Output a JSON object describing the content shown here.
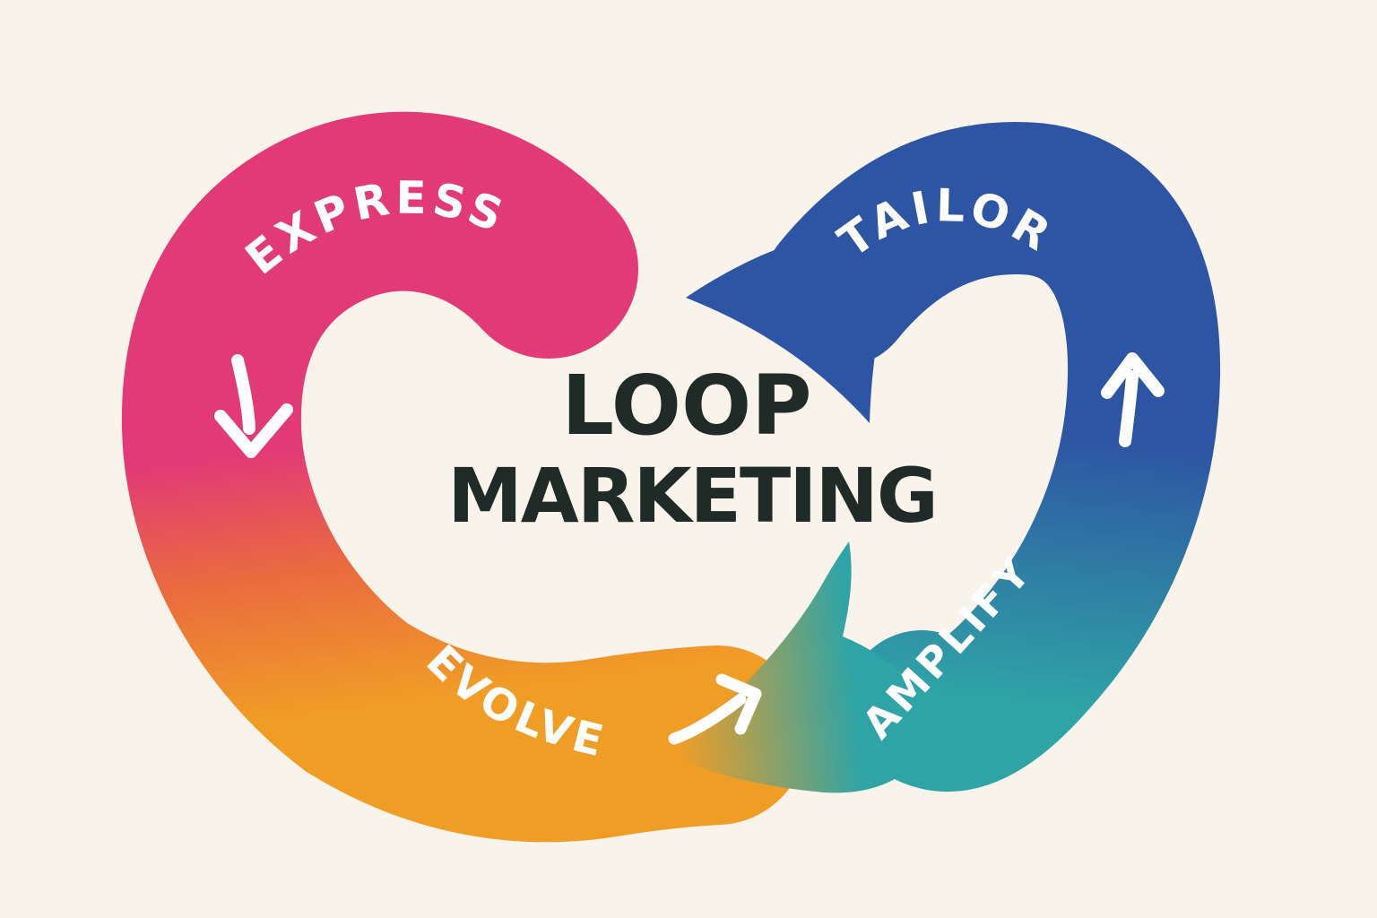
{
  "diagram": {
    "name": "Loop Marketing heart-loop cycle diagram",
    "title": {
      "line1": "LOOP",
      "line2": "MARKETING"
    },
    "stages": [
      {
        "label": "EXPRESS",
        "position": "top-left",
        "band": "pink"
      },
      {
        "label": "TAILOR",
        "position": "top-right",
        "band": "blue"
      },
      {
        "label": "EVOLVE",
        "position": "bottom-left",
        "band": "orange"
      },
      {
        "label": "AMPLIFY",
        "position": "bottom-right",
        "band": "teal"
      }
    ],
    "flow_arrows": [
      {
        "name": "down-arrow",
        "on": "express-band",
        "direction": "down"
      },
      {
        "name": "up-right-arrow",
        "on": "evolve-band",
        "direction": "up-right"
      },
      {
        "name": "up-arrow",
        "on": "tailor-amplify-band",
        "direction": "up"
      }
    ]
  },
  "colors": {
    "background": "#F8F3EB",
    "pink": "#E23A77",
    "coral": "#EA6B3F",
    "orange": "#F09D26",
    "blue": "#2E55A3",
    "blue_teal_mid": "#2F7EA4",
    "teal": "#2FA4A6",
    "title_text": "#202A27",
    "label_text": "#FFFFFF",
    "arrow_color": "#FFFFFF"
  }
}
